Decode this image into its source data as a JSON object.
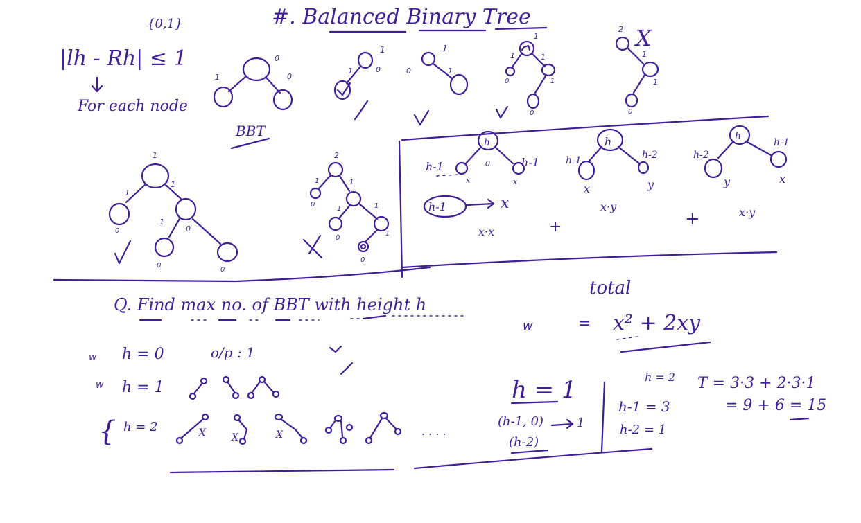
{
  "title": "#. Balanced Binary Tree",
  "condition": "|lh - Rh| ≤ 1",
  "set": "{0,1}",
  "for_each_node": "For each node",
  "bbt_label": "BBT",
  "question": "Q. Find max no. of BBT with height h",
  "total_label": "total",
  "total_formula": "x² + 2xy",
  "cases": {
    "h0": "h = 0",
    "h0_out": "o/p : 1",
    "h1": "h = 1",
    "h2": "h = 2"
  },
  "recurrence": {
    "root": "h",
    "hm1": "h-1",
    "hm2": "h-2",
    "x": "x",
    "y": "y",
    "xx": "x·x",
    "xy1": "x·y",
    "xy2": "x·y",
    "plus": "+",
    "box_hm1": "h-1",
    "arrow_x": "x"
  },
  "h1_block": {
    "title": "h = 1",
    "line1": "(h-1, 0)",
    "line2": "(h-2)",
    "result": "1"
  },
  "h2_block": {
    "title": "h = 2",
    "line1": "h-1 = 3",
    "line2": "h-2 = 1"
  },
  "T_calc": {
    "line1": "T = 3·3 + 2·3·1",
    "line2": "= 9 + 6 = 15"
  },
  "balance_labels": {
    "zero": "0",
    "one": "1",
    "two": "2"
  },
  "marks": {
    "check": "✓",
    "cross": "X",
    "ellipsis": ". . . ."
  }
}
